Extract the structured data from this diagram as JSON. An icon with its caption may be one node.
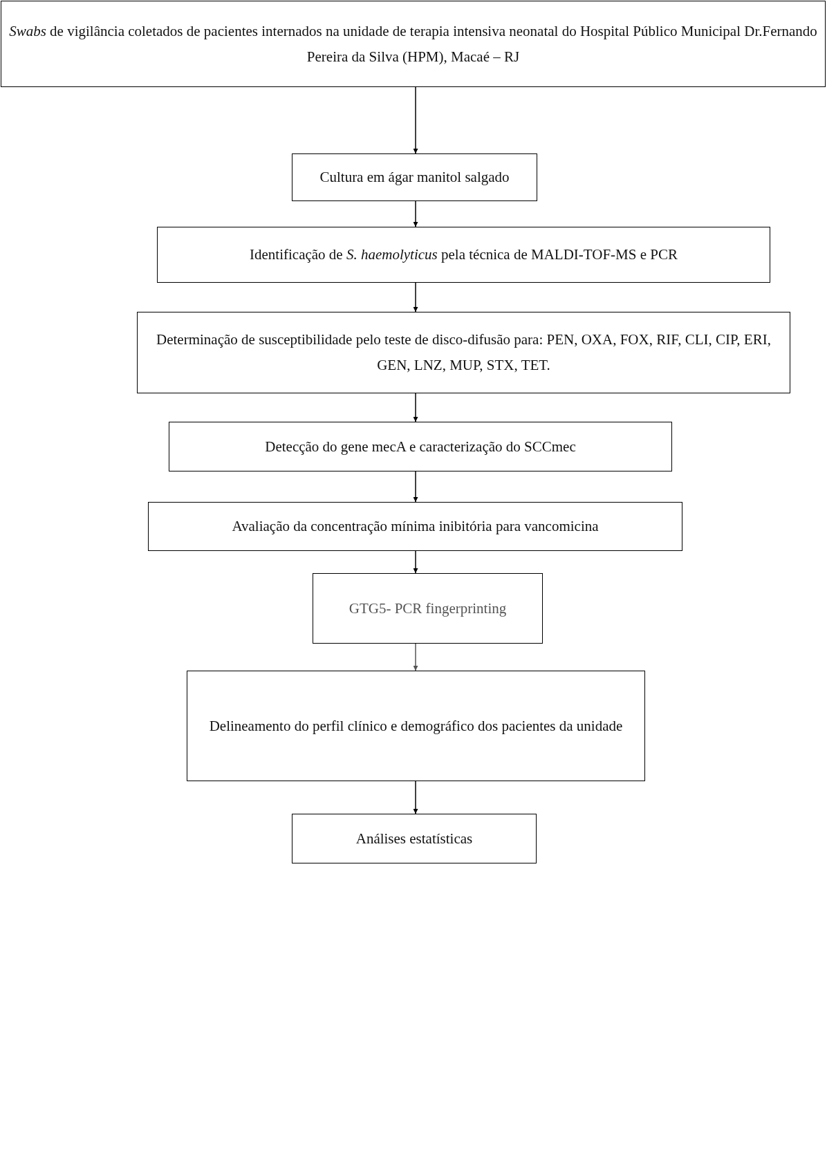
{
  "diagram": {
    "nodes": [
      {
        "text": [
          "*Swabs* de vigilância coletados de pacientes internados na unidade de terapia intensiva neonatal do Hospital Público Municipal Dr.Fernando Pereira da Silva (HPM), Macaé – RJ"
        ]
      },
      {
        "text": [
          "Cultura em ágar manitol salgado"
        ]
      },
      {
        "text": [
          "Identificação de *S. haemolyticus* pela técnica de MALDI-TOF-MS e PCR"
        ]
      },
      {
        "text": [
          "Determinação de susceptibilidade pelo teste de disco-difusão para: PEN, OXA, FOX, RIF, CLI, CIP, ERI, GEN, LNZ, MUP, STX, TET."
        ]
      },
      {
        "text": [
          "Detecção do gene mecA e caracterização do SCCmec"
        ]
      },
      {
        "text": [
          "Avaliação da concentração mínima inibitória para vancomicina"
        ]
      },
      {
        "text": [
          "GTG5- PCR fingerprinting"
        ]
      },
      {
        "text": [
          "Delineamento do perfil clínico e demográfico dos pacientes da unidade"
        ]
      },
      {
        "text": [
          "Análises estatísticas"
        ]
      }
    ],
    "edges": [
      {
        "from": 0,
        "to": 1,
        "arrow": "to"
      },
      {
        "from": 1,
        "to": 2,
        "arrow": "to"
      },
      {
        "from": 2,
        "to": 3,
        "arrow": "to"
      },
      {
        "from": 3,
        "to": 4,
        "arrow": "to"
      },
      {
        "from": 4,
        "to": 5,
        "arrow": "to"
      },
      {
        "from": 5,
        "to": 6,
        "arrow": "to"
      },
      {
        "from": 6,
        "to": 7,
        "arrow": "to",
        "color": "#555555"
      },
      {
        "from": 7,
        "to": 8,
        "arrow": "to"
      }
    ]
  }
}
